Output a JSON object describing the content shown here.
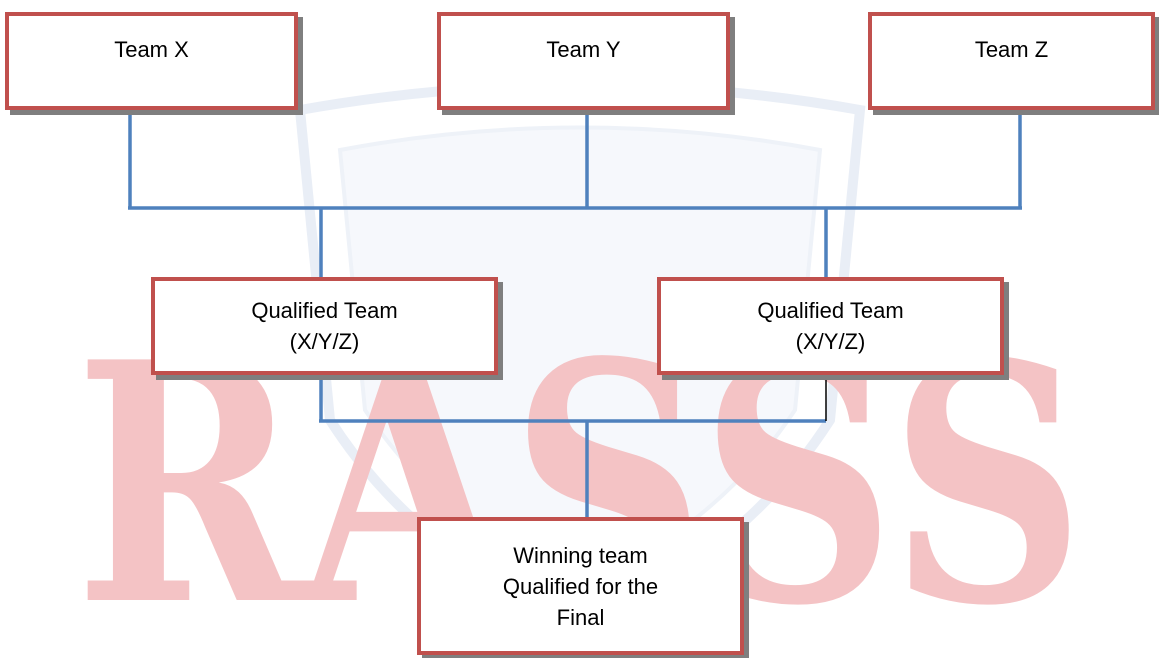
{
  "watermark": {
    "text": "RASSS",
    "color": "#f4c3c5",
    "emblem_color": "#e9eef6"
  },
  "colors": {
    "box_border": "#c0504d",
    "box_shadow": "#7f7f7f",
    "connector": "#4f81bd",
    "connector_dark": "#000000"
  },
  "nodes": {
    "team_x": "Team X",
    "team_y": "Team Y",
    "team_z": "Team Z",
    "qualified_1": [
      "Qualified Team",
      "(X/Y/Z)"
    ],
    "qualified_2": [
      "Qualified Team",
      "(X/Y/Z)"
    ],
    "final": [
      "Winning team",
      "Qualified for the",
      "Final"
    ]
  }
}
